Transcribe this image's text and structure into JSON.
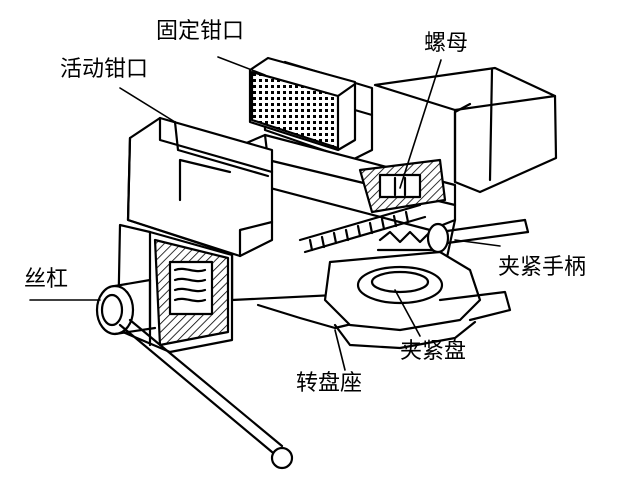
{
  "labels": {
    "fixed_jaw": "固定钳口",
    "movable_jaw": "活动钳口",
    "nut": "螺母",
    "lead_screw": "丝杠",
    "clamp_handle": "夹紧手柄",
    "clamp_plate": "夹紧盘",
    "swivel_base": "转盘座"
  },
  "colors": {
    "ink": "#000000",
    "paper": "#ffffff"
  }
}
